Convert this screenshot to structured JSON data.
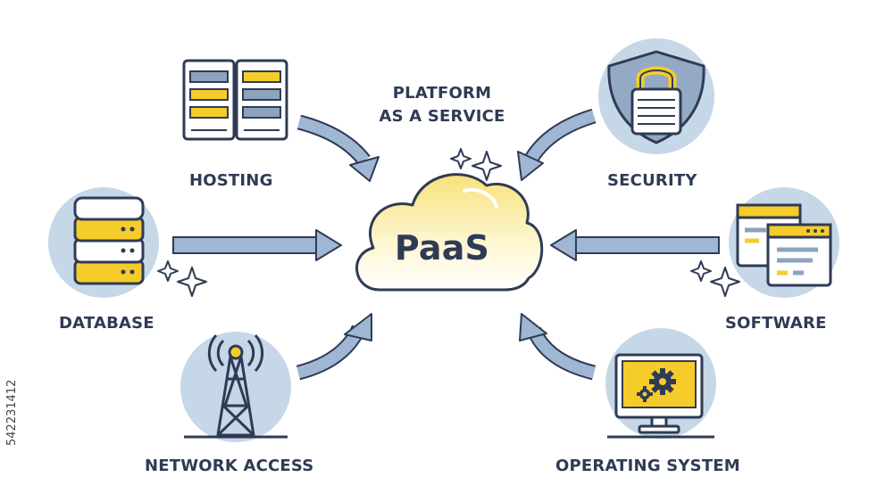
{
  "title": {
    "line1": "PLATFORM",
    "line2": "AS A SERVICE"
  },
  "center": {
    "label": "PaaS"
  },
  "components": {
    "hosting": "HOSTING",
    "security": "SECURITY",
    "database": "DATABASE",
    "software": "SOFTWARE",
    "network": "NETWORK ACCESS",
    "os": "OPERATING SYSTEM"
  },
  "watermark": "542231412",
  "colors": {
    "outline": "#2f3b55",
    "circle": "#c6d7e8",
    "yellow": "#f5cc2a",
    "arrow": "#9fb7d3"
  },
  "icons": [
    "server-rack-icon",
    "padlock-shield-icon",
    "database-icon",
    "software-windows-icon",
    "antenna-tower-icon",
    "monitor-gears-icon",
    "cloud-icon",
    "sparkle-icon"
  ]
}
